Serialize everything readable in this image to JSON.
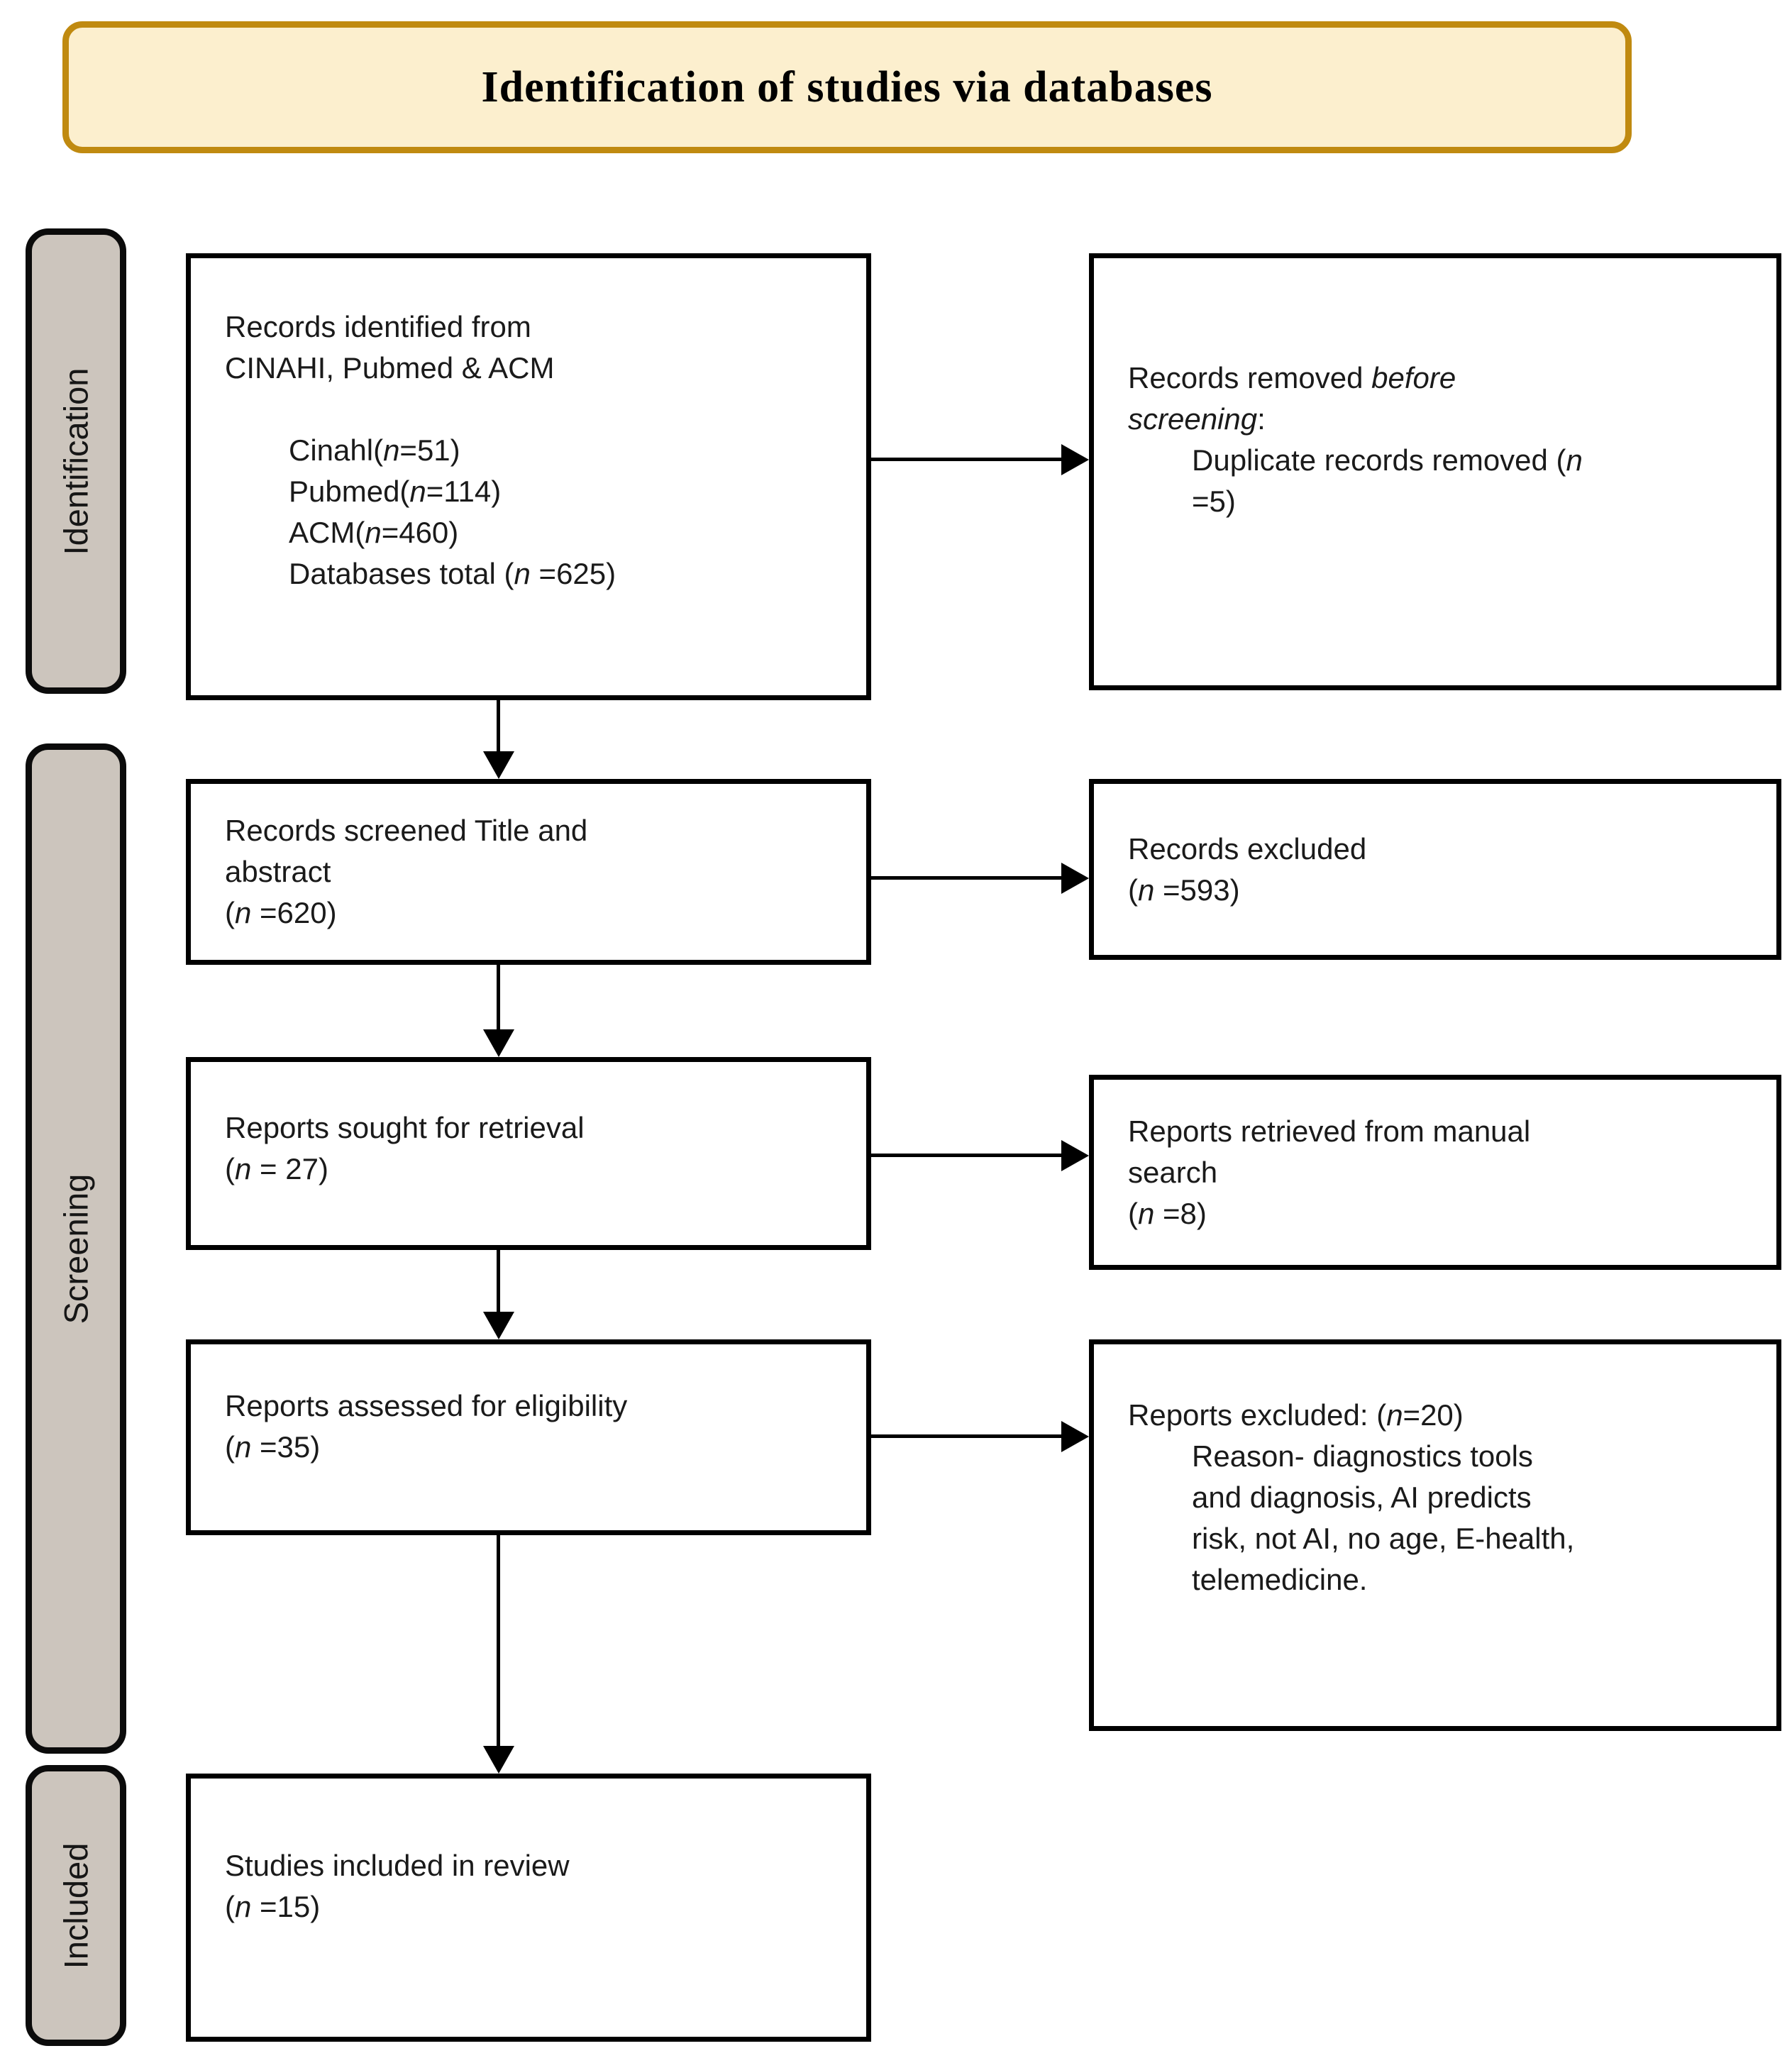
{
  "colors": {
    "background": "#ffffff",
    "title_fill": "#fcefce",
    "title_border": "#c08a10",
    "stage_fill": "#ccc5bd",
    "box_border": "#000000",
    "text": "#1a1a1a"
  },
  "header": {
    "title": "Identification of studies via databases"
  },
  "stages": [
    {
      "label": "Identification"
    },
    {
      "label": "Screening"
    },
    {
      "label": "Included"
    }
  ],
  "boxes": {
    "records_identified": {
      "lines": [
        {
          "parts": [
            {
              "t": "Records identified from"
            }
          ]
        },
        {
          "parts": [
            {
              "t": "CINAHI, Pubmed & ACM"
            }
          ]
        },
        {
          "parts": []
        },
        {
          "indent": true,
          "parts": [
            {
              "t": "Cinahl("
            },
            {
              "t": "n",
              "i": true
            },
            {
              "t": "=51)"
            }
          ]
        },
        {
          "indent": true,
          "parts": [
            {
              "t": "Pubmed("
            },
            {
              "t": "n",
              "i": true
            },
            {
              "t": "=114)"
            }
          ]
        },
        {
          "indent": true,
          "parts": [
            {
              "t": "ACM("
            },
            {
              "t": "n",
              "i": true
            },
            {
              "t": "=460)"
            }
          ]
        },
        {
          "indent": true,
          "parts": [
            {
              "t": "Databases total ("
            },
            {
              "t": "n",
              "i": true
            },
            {
              "t": " =625)"
            }
          ]
        }
      ]
    },
    "records_removed": {
      "lines": [
        {
          "parts": [
            {
              "t": "Records removed "
            },
            {
              "t": "before",
              "i": true
            }
          ]
        },
        {
          "parts": [
            {
              "t": "screening",
              "i": true
            },
            {
              "t": ":"
            }
          ]
        },
        {
          "indent": true,
          "parts": [
            {
              "t": "Duplicate records removed ("
            },
            {
              "t": "n",
              "i": true
            }
          ]
        },
        {
          "indent": true,
          "parts": [
            {
              "t": "=5)"
            }
          ]
        }
      ]
    },
    "records_screened": {
      "lines": [
        {
          "parts": [
            {
              "t": "Records screened Title and"
            }
          ]
        },
        {
          "parts": [
            {
              "t": "abstract"
            }
          ]
        },
        {
          "parts": [
            {
              "t": "("
            },
            {
              "t": "n",
              "i": true
            },
            {
              "t": " =620)"
            }
          ]
        }
      ]
    },
    "records_excluded": {
      "lines": [
        {
          "parts": [
            {
              "t": "Records excluded"
            }
          ]
        },
        {
          "parts": [
            {
              "t": "("
            },
            {
              "t": "n",
              "i": true
            },
            {
              "t": " =593)"
            }
          ]
        }
      ]
    },
    "reports_sought": {
      "lines": [
        {
          "parts": [
            {
              "t": "Reports sought for retrieval"
            }
          ]
        },
        {
          "parts": [
            {
              "t": "("
            },
            {
              "t": "n",
              "i": true
            },
            {
              "t": " = 27)"
            }
          ]
        }
      ]
    },
    "reports_retrieved": {
      "lines": [
        {
          "parts": [
            {
              "t": "Reports retrieved from manual"
            }
          ]
        },
        {
          "parts": [
            {
              "t": "search"
            }
          ]
        },
        {
          "parts": [
            {
              "t": "("
            },
            {
              "t": "n",
              "i": true
            },
            {
              "t": " =8)"
            }
          ]
        }
      ]
    },
    "reports_assessed": {
      "lines": [
        {
          "parts": [
            {
              "t": "Reports assessed for eligibility"
            }
          ]
        },
        {
          "parts": [
            {
              "t": "("
            },
            {
              "t": "n",
              "i": true
            },
            {
              "t": " =35)"
            }
          ]
        }
      ]
    },
    "reports_excluded": {
      "lines": [
        {
          "parts": [
            {
              "t": "Reports excluded: ("
            },
            {
              "t": "n",
              "i": true
            },
            {
              "t": "=20)"
            }
          ]
        },
        {
          "indent": true,
          "parts": [
            {
              "t": "Reason- diagnostics tools"
            }
          ]
        },
        {
          "indent": true,
          "parts": [
            {
              "t": "and diagnosis, AI predicts"
            }
          ]
        },
        {
          "indent": true,
          "parts": [
            {
              "t": "risk, not AI, no age, E-health,"
            }
          ]
        },
        {
          "indent": true,
          "parts": [
            {
              "t": "telemedicine."
            }
          ]
        }
      ]
    },
    "studies_included": {
      "lines": [
        {
          "parts": [
            {
              "t": "Studies included in review"
            }
          ]
        },
        {
          "parts": [
            {
              "t": "("
            },
            {
              "t": "n",
              "i": true
            },
            {
              "t": " =15)"
            }
          ]
        }
      ]
    }
  }
}
